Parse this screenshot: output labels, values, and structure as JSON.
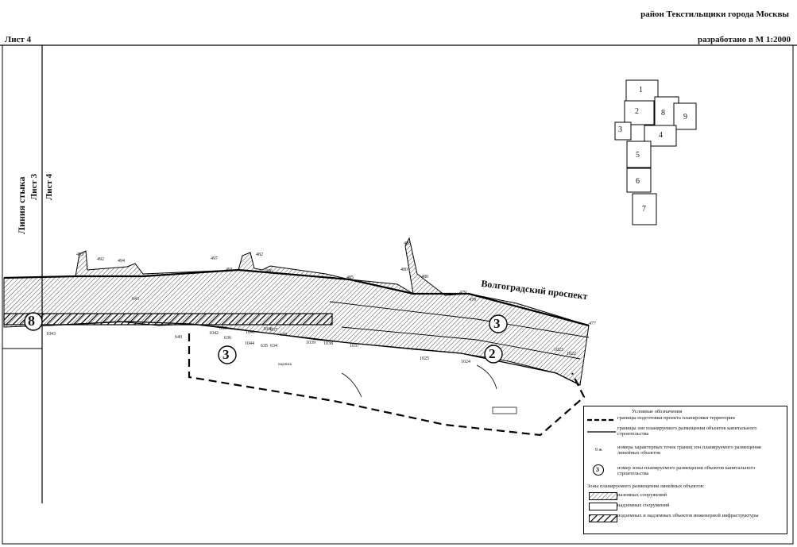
{
  "header": {
    "district": "район Текстильщики города Москвы",
    "sheet": "Лист 4",
    "scale": "разработано в М 1:2000"
  },
  "map": {
    "junction_label": "Линия стыка",
    "sheet_left": "Лист 3",
    "sheet_right": "Лист 4",
    "street": "Волгоградский проспект",
    "zone_labels": [
      "8",
      "3",
      "3",
      "2"
    ],
    "point_labels": [
      "492",
      "493",
      "494",
      "497",
      "482",
      "479",
      "483",
      "480",
      "485",
      "486",
      "491",
      "480",
      "478",
      "477",
      "1022",
      "1023",
      "1024",
      "1025",
      "1037",
      "1038",
      "1039",
      "1040",
      "1041",
      "1042",
      "1043",
      "1044",
      "636",
      "635",
      "634",
      "637",
      "638",
      "639",
      "640",
      "643",
      "156",
      "157"
    ],
    "small_label": "надпись"
  },
  "index_sheets": [
    "1",
    "2",
    "3",
    "4",
    "5",
    "6",
    "7",
    "8",
    "9"
  ],
  "legend": {
    "title": "Условные обозначения",
    "items": [
      "границы подготовки проекта планировки территории",
      "границы зон планируемого размещения объектов капитального строительства",
      "номера характерных точек границ зон планируемого размещения линейных объектов",
      "номер зоны планируемого размещения объектов капитального строительства"
    ],
    "zones_title": "Зоны планируемого размещения линейных объектов:",
    "zones": [
      "наземных сооружений",
      "надземных сооружений",
      "подземных и надземных объектов инженерной инфраструктуры"
    ],
    "point_sample": "9 ж",
    "circle_sample": "3"
  }
}
